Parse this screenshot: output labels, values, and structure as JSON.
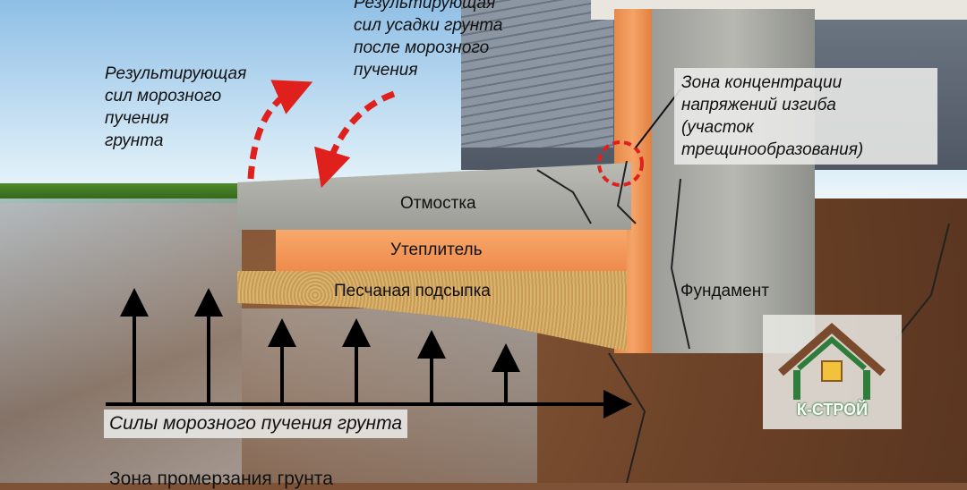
{
  "labels": {
    "shrink_force": [
      "Результирующая",
      "сил усадки грунта",
      "после морозного",
      "пучения"
    ],
    "heave_result": [
      "Результирующая",
      "сил морозного",
      "пучения",
      "грунта"
    ],
    "stress_zone": [
      "Зона концентрации",
      "напряжений изгиба",
      "(участок",
      "трещинообразования)"
    ],
    "blind_area": "Отмостка",
    "insulation": "Утеплитель",
    "sand_bed": "Песчаная подсыпка",
    "foundation": "Фундамент",
    "heave_forces": "Силы морозного пучения грунта",
    "freeze_zone": "Зона промерзания грунта"
  },
  "logo": {
    "text": "К-СТРОЙ"
  },
  "colors": {
    "arrow_red": "#e0201c",
    "insulation": "#f29a5a",
    "logo_green": "#2e7d3a"
  }
}
